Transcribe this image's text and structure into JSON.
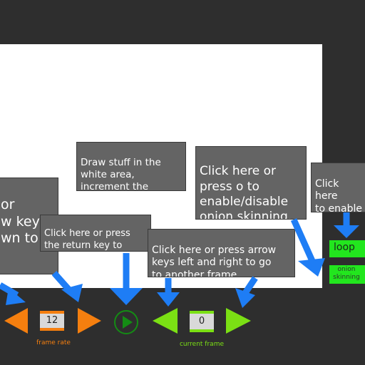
{
  "colors": {
    "background": "#2e2e2e",
    "canvas": "#ffffff",
    "tooltip": "#646464",
    "arrow_blue": "#1e7df5",
    "orange": "#f57f0f",
    "green": "#7be014",
    "bright_green": "#22e61e",
    "dark_green": "#148c14"
  },
  "tooltips": {
    "left_partial": "or\nw keys\nwn to\n",
    "draw": "Draw stuff in the\nwhite area,\nincrement the\nframe, repeat...",
    "onion": "Click here or\npress o to\nenable/disable\nonion skinning.",
    "loop": "Click here\nto enable\nloop.",
    "play": "Click here or press\nthe return key to\nrun the animation.",
    "frame": "Click here or press arrow\nkeys left and right to go\nto another frame."
  },
  "controls": {
    "frame_rate_value": "12",
    "frame_rate_label": "frame rate",
    "current_frame_value": "0",
    "current_frame_label": "current frame",
    "loop_label": "loop",
    "onion_label": "onion\nskinning"
  },
  "icons": {
    "frame_rate_decrease": "triangle-left-icon",
    "frame_rate_increase": "triangle-right-icon",
    "play": "play-circle-icon",
    "frame_prev": "triangle-left-icon",
    "frame_next": "triangle-right-icon"
  }
}
